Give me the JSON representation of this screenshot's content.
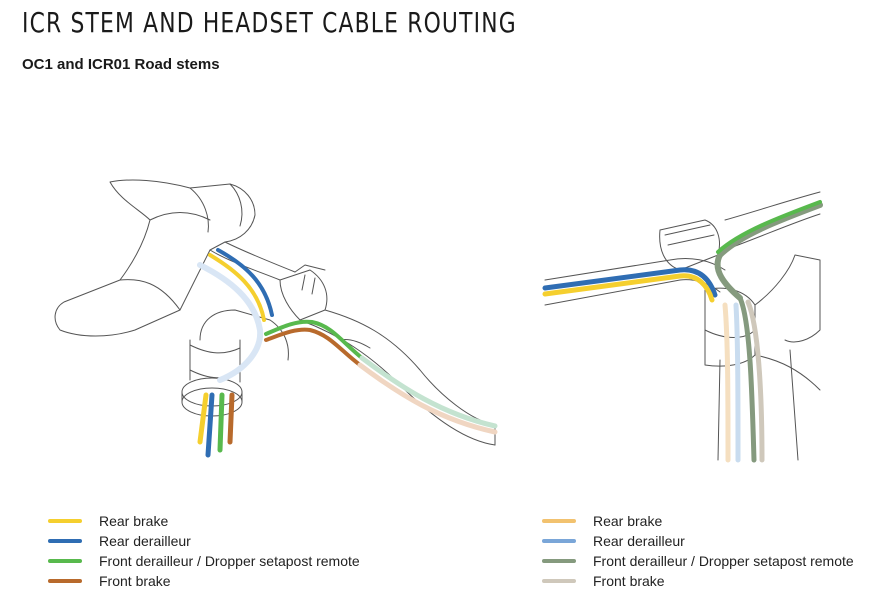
{
  "header": {
    "title": "ICR STEM AND HEADSET CABLE ROUTING",
    "subtitle": "OC1 and ICR01 Road stems"
  },
  "legend_left": [
    {
      "label": "Rear brake",
      "color": "#f5cf2e"
    },
    {
      "label": "Rear derailleur",
      "color": "#2f6db3"
    },
    {
      "label": "Front derailleur / Dropper setapost remote",
      "color": "#58b94d"
    },
    {
      "label": "Front brake",
      "color": "#b86a2c"
    }
  ],
  "legend_right": [
    {
      "label": "Rear brake",
      "color": "#f2c26f"
    },
    {
      "label": "Rear derailleur",
      "color": "#7aa6d8"
    },
    {
      "label": "Front derailleur / Dropper setapost remote",
      "color": "#859a7e"
    },
    {
      "label": "Front brake",
      "color": "#cfc8bb"
    }
  ],
  "colors": {
    "rear_brake": "#f5cf2e",
    "rear_derailleur": "#2f6db3",
    "front_derailleur": "#58b94d",
    "front_brake": "#b86a2c",
    "outline": "#555555"
  }
}
